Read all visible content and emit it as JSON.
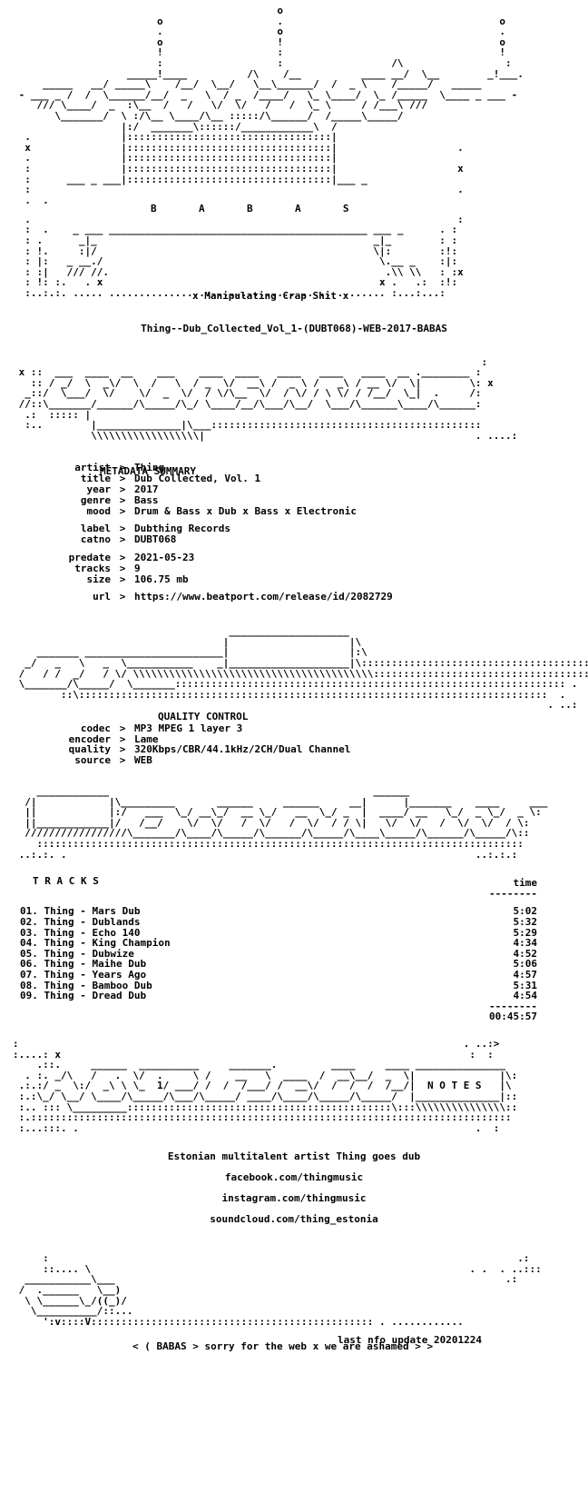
{
  "header_art": "                                            o                                                    \n                                            .                                    o              \n                        o                   o                                    .              \n                        .                   !                                    o              \n                        o                   :                                    !              \n                        !                   :                                    :              \n                        :                   :                  /\\                 :              \n                   ___!____          /\\    /__          ____ __/  \\__        _!___.            \n     _____   __/ _____\\    /__/  \\__/   \\__\\______/  /  _ \\    /_____/   _____   \n - ___ _ /  /  \\______/__/  _   \\  / _  /____/   \\_ \\____/  \\_ /_____  \\____ _ ___ -\n    /// \\____/  _  :\\__  /   /   \\/  \\/   /   /  \\_ \\     / /___\\ ///           \n       \\_______/  \\ :/\\__ \\____/\\__ :::::/\\______/  /_____\\_____/                \n                  |:/  _______\\::::::/____________\\  /                         \n                  |::::::::::::::::::::::::::::::::::|                          \n                  |::::::::::::::::::::::::::::::::::|                          \n                  |::::::::::::::::::::::::::::::::::|                          \n                  |::::::::::::::::::::::::::::::::::|                          \n                  |::::::::::::::::::::::::::::::::::|                          \n         ___ _ ___|::::::::::::::::::::::::::::::::::|___ _                      \n",
  "babas_letters": "B       A       B       A       S",
  "tagline": "x Manipulating Crap Shit x",
  "release_name": "Thing--Dub_Collected_Vol_1-(DUBT068)-WEB-2017-BABAS",
  "metadata_title": "METADATA SUMMARY",
  "metadata": [
    {
      "k": "artist",
      "v": "Thing"
    },
    {
      "k": "title",
      "v": "Dub Collected, Vol. 1"
    },
    {
      "k": "year",
      "v": "2017"
    },
    {
      "k": "genre",
      "v": "Bass"
    },
    {
      "k": "mood",
      "v": "Drum & Bass x Dub x Bass x Electronic"
    },
    {
      "k": "",
      "v": ""
    },
    {
      "k": "label",
      "v": "Dubthing Records"
    },
    {
      "k": "catno",
      "v": "DUBT068"
    },
    {
      "k": "",
      "v": ""
    },
    {
      "k": "predate",
      "v": "2021-05-23"
    },
    {
      "k": "tracks",
      "v": "9"
    },
    {
      "k": "size",
      "v": "106.75 mb"
    },
    {
      "k": "",
      "v": ""
    },
    {
      "k": "url",
      "v": "https://www.beatport.com/release/id/2082729"
    }
  ],
  "quality_title": "QUALITY CONTROL",
  "quality": [
    {
      "k": "codec",
      "v": "MP3 MPEG 1 layer 3"
    },
    {
      "k": "encoder",
      "v": "Lame"
    },
    {
      "k": "quality",
      "v": "320Kbps/CBR/44.1kHz/2CH/Dual Channel"
    },
    {
      "k": "source",
      "v": "WEB"
    }
  ],
  "tracks_title": "T R A C K S",
  "time_header": "time",
  "time_underline": "--------",
  "tracklist": [
    {
      "name": "01. Thing - Mars Dub",
      "time": "5:02"
    },
    {
      "name": "02. Thing - Dublands",
      "time": "5:32"
    },
    {
      "name": "03. Thing - Echo 140",
      "time": "5:29"
    },
    {
      "name": "04. Thing - King Champion",
      "time": "4:34"
    },
    {
      "name": "05. Thing - Dubwize",
      "time": "4:52"
    },
    {
      "name": "06. Thing - Maihe Dub",
      "time": "5:06"
    },
    {
      "name": "07. Thing - Years Ago",
      "time": "4:57"
    },
    {
      "name": "08. Thing - Bamboo Dub",
      "time": "5:31"
    },
    {
      "name": "09. Thing - Dread Dub",
      "time": "4:54"
    }
  ],
  "total_time": "00:45:57",
  "notes_title": "N O T E S",
  "notes": [
    "Estonian multitalent artist Thing goes dub",
    "facebook.com/thingmusic",
    "instagram.com/thingmusic",
    "soundcloud.com/thing_estonia"
  ],
  "footer_message": "< ( BABAS > sorry for the web x we are ashamed > >",
  "last_update": "last nfo update 20201224"
}
